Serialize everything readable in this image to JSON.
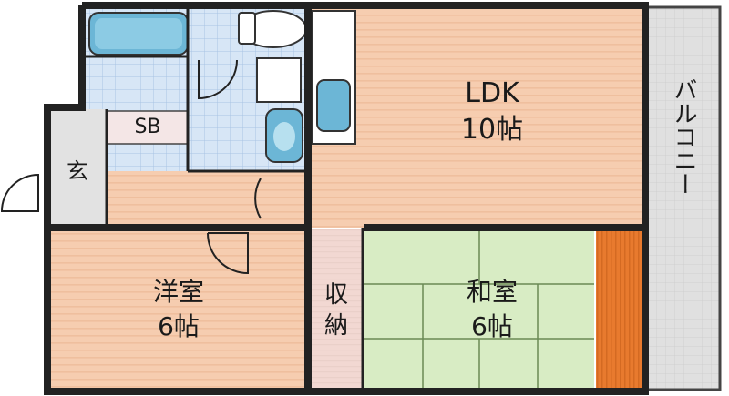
{
  "rooms": {
    "ldk": {
      "name": "LDK",
      "size": "10帖"
    },
    "western": {
      "name": "洋室",
      "size": "6帖"
    },
    "japanese": {
      "name": "和室",
      "size": "6帖"
    },
    "storage": {
      "line1": "収",
      "line2": "納"
    },
    "entrance": {
      "name": "玄"
    },
    "shoe_box": {
      "name": "SB"
    },
    "balcony": {
      "name": "バルコニー"
    }
  },
  "colors": {
    "floor_wood": "#f6cdb0",
    "floor_wood_stripe": "#efbf9e",
    "tatami": "#d8ecc4",
    "tatami_line": "#6a8a55",
    "storage": "#f2d8d2",
    "tile": "#d7e6f6",
    "tile_line": "#a9c4e4",
    "fixture": "#6cb6d6",
    "balcony": "#e0e0e0",
    "entrance": "#e2e2e2",
    "closet_orange": "#e87a2e",
    "wall": "#222222"
  }
}
